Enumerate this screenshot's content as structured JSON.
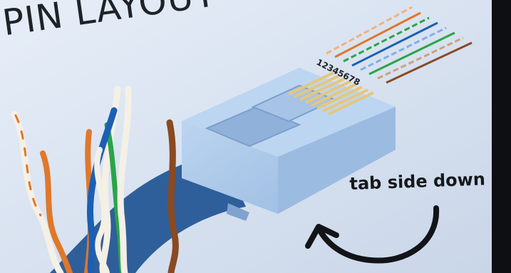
{
  "title": "PIN LAYOUT   E",
  "connector": {
    "pin_numbers": "12345678"
  },
  "annotation": {
    "text": "tab side down"
  },
  "colors": {
    "paper": "#dfe8f4",
    "plug": "#a9c7e8",
    "cable": "#2f5f9a",
    "orange": "#e0782a",
    "green": "#2aa548",
    "blue": "#1c5fb4",
    "brown": "#8a4a22",
    "arrow": "#121417"
  }
}
